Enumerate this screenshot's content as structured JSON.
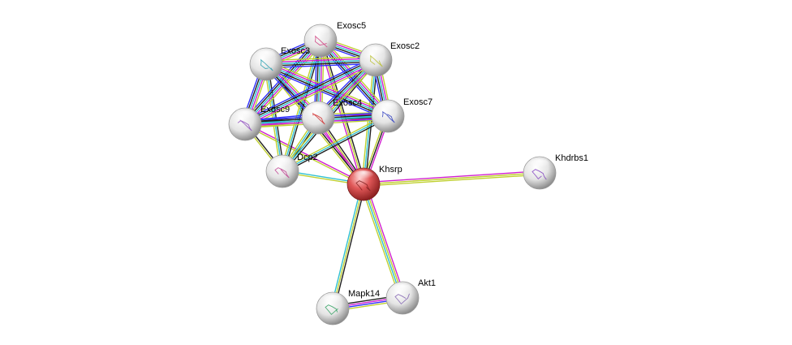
{
  "network": {
    "nodes": [
      {
        "id": "exosc5",
        "label": "Exosc5",
        "kind": "gray",
        "glyph": "#d04080"
      },
      {
        "id": "exosc3",
        "label": "Exosc3",
        "kind": "gray",
        "glyph": "#2aa0b0"
      },
      {
        "id": "exosc2",
        "label": "Exosc2",
        "kind": "gray",
        "glyph": "#b8c030"
      },
      {
        "id": "exosc7",
        "label": "Exosc7",
        "kind": "gray",
        "glyph": "#3040c0"
      },
      {
        "id": "exosc4",
        "label": "Exosc4",
        "kind": "gray",
        "glyph": "#d03030"
      },
      {
        "id": "exosc9",
        "label": "Exosc9",
        "kind": "gray",
        "glyph": "#9050c0"
      },
      {
        "id": "dcp2",
        "label": "Dcp2",
        "kind": "gray",
        "glyph": "#c04090"
      },
      {
        "id": "khsrp",
        "label": "Khsrp",
        "kind": "query",
        "glyph": "#802020"
      },
      {
        "id": "khdrbs1",
        "label": "Khdrbs1",
        "kind": "gray",
        "glyph": "#8040c0"
      },
      {
        "id": "mapk14",
        "label": "Mapk14",
        "kind": "gray",
        "glyph": "#30a060"
      },
      {
        "id": "akt1",
        "label": "Akt1",
        "kind": "gray",
        "glyph": "#8060b0"
      }
    ],
    "evidence_colors": {
      "text": "#c0d030",
      "cooc": "#202080",
      "coexp": "#202020",
      "exp": "#d020d0",
      "db": "#30c0d0",
      "homology": "#a0a0ff",
      "fusion": "#3030ff"
    },
    "edges": [
      {
        "a": "khsrp",
        "b": "khdrbs1",
        "ev": [
          "exp",
          "text",
          "text"
        ]
      },
      {
        "a": "khsrp",
        "b": "akt1",
        "ev": [
          "exp",
          "text",
          "db",
          "text"
        ]
      },
      {
        "a": "khsrp",
        "b": "mapk14",
        "ev": [
          "coexp",
          "text",
          "db"
        ]
      },
      {
        "a": "mapk14",
        "b": "akt1",
        "ev": [
          "coexp",
          "exp",
          "fusion",
          "text"
        ]
      },
      {
        "a": "khsrp",
        "b": "dcp2",
        "ev": [
          "text",
          "db"
        ]
      },
      {
        "a": "khsrp",
        "b": "exosc4",
        "ev": [
          "exp",
          "text",
          "coexp"
        ]
      },
      {
        "a": "khsrp",
        "b": "exosc7",
        "ev": [
          "text",
          "coexp",
          "exp"
        ]
      },
      {
        "a": "khsrp",
        "b": "exosc2",
        "ev": [
          "text",
          "db",
          "coexp"
        ]
      },
      {
        "a": "khsrp",
        "b": "exosc5",
        "ev": [
          "exp",
          "text",
          "coexp"
        ]
      },
      {
        "a": "khsrp",
        "b": "exosc3",
        "ev": [
          "text",
          "coexp",
          "exp"
        ]
      },
      {
        "a": "khsrp",
        "b": "exosc9",
        "ev": [
          "text",
          "exp"
        ]
      },
      {
        "a": "dcp2",
        "b": "exosc9",
        "ev": [
          "text",
          "coexp"
        ]
      },
      {
        "a": "dcp2",
        "b": "exosc4",
        "ev": [
          "text",
          "db",
          "coexp"
        ]
      },
      {
        "a": "dcp2",
        "b": "exosc3",
        "ev": [
          "text",
          "db",
          "coexp"
        ]
      },
      {
        "a": "dcp2",
        "b": "exosc5",
        "ev": [
          "text",
          "db",
          "coexp"
        ]
      },
      {
        "a": "dcp2",
        "b": "exosc2",
        "ev": [
          "text",
          "db",
          "coexp"
        ]
      },
      {
        "a": "dcp2",
        "b": "exosc7",
        "ev": [
          "text",
          "db",
          "coexp"
        ]
      },
      {
        "a": "exosc5",
        "b": "exosc3",
        "ev": [
          "text",
          "exp",
          "db",
          "coexp",
          "fusion"
        ]
      },
      {
        "a": "exosc5",
        "b": "exosc2",
        "ev": [
          "text",
          "exp",
          "db",
          "coexp",
          "fusion"
        ]
      },
      {
        "a": "exosc5",
        "b": "exosc4",
        "ev": [
          "text",
          "exp",
          "db",
          "coexp",
          "fusion"
        ]
      },
      {
        "a": "exosc5",
        "b": "exosc7",
        "ev": [
          "text",
          "exp",
          "db",
          "coexp",
          "fusion"
        ]
      },
      {
        "a": "exosc5",
        "b": "exosc9",
        "ev": [
          "text",
          "exp",
          "db",
          "coexp",
          "fusion"
        ]
      },
      {
        "a": "exosc3",
        "b": "exosc2",
        "ev": [
          "text",
          "exp",
          "db",
          "coexp",
          "fusion"
        ]
      },
      {
        "a": "exosc3",
        "b": "exosc4",
        "ev": [
          "text",
          "exp",
          "db",
          "coexp",
          "fusion"
        ]
      },
      {
        "a": "exosc3",
        "b": "exosc7",
        "ev": [
          "text",
          "exp",
          "db",
          "coexp",
          "fusion"
        ]
      },
      {
        "a": "exosc3",
        "b": "exosc9",
        "ev": [
          "text",
          "exp",
          "db",
          "coexp",
          "fusion"
        ]
      },
      {
        "a": "exosc2",
        "b": "exosc4",
        "ev": [
          "text",
          "exp",
          "db",
          "coexp",
          "fusion"
        ]
      },
      {
        "a": "exosc2",
        "b": "exosc7",
        "ev": [
          "text",
          "exp",
          "db",
          "coexp",
          "fusion"
        ]
      },
      {
        "a": "exosc2",
        "b": "exosc9",
        "ev": [
          "text",
          "exp",
          "db",
          "coexp",
          "fusion"
        ]
      },
      {
        "a": "exosc4",
        "b": "exosc7",
        "ev": [
          "text",
          "exp",
          "db",
          "coexp",
          "fusion"
        ]
      },
      {
        "a": "exosc4",
        "b": "exosc9",
        "ev": [
          "text",
          "exp",
          "db",
          "coexp",
          "fusion"
        ]
      },
      {
        "a": "exosc7",
        "b": "exosc9",
        "ev": [
          "text",
          "exp",
          "db",
          "coexp",
          "fusion"
        ]
      }
    ]
  }
}
